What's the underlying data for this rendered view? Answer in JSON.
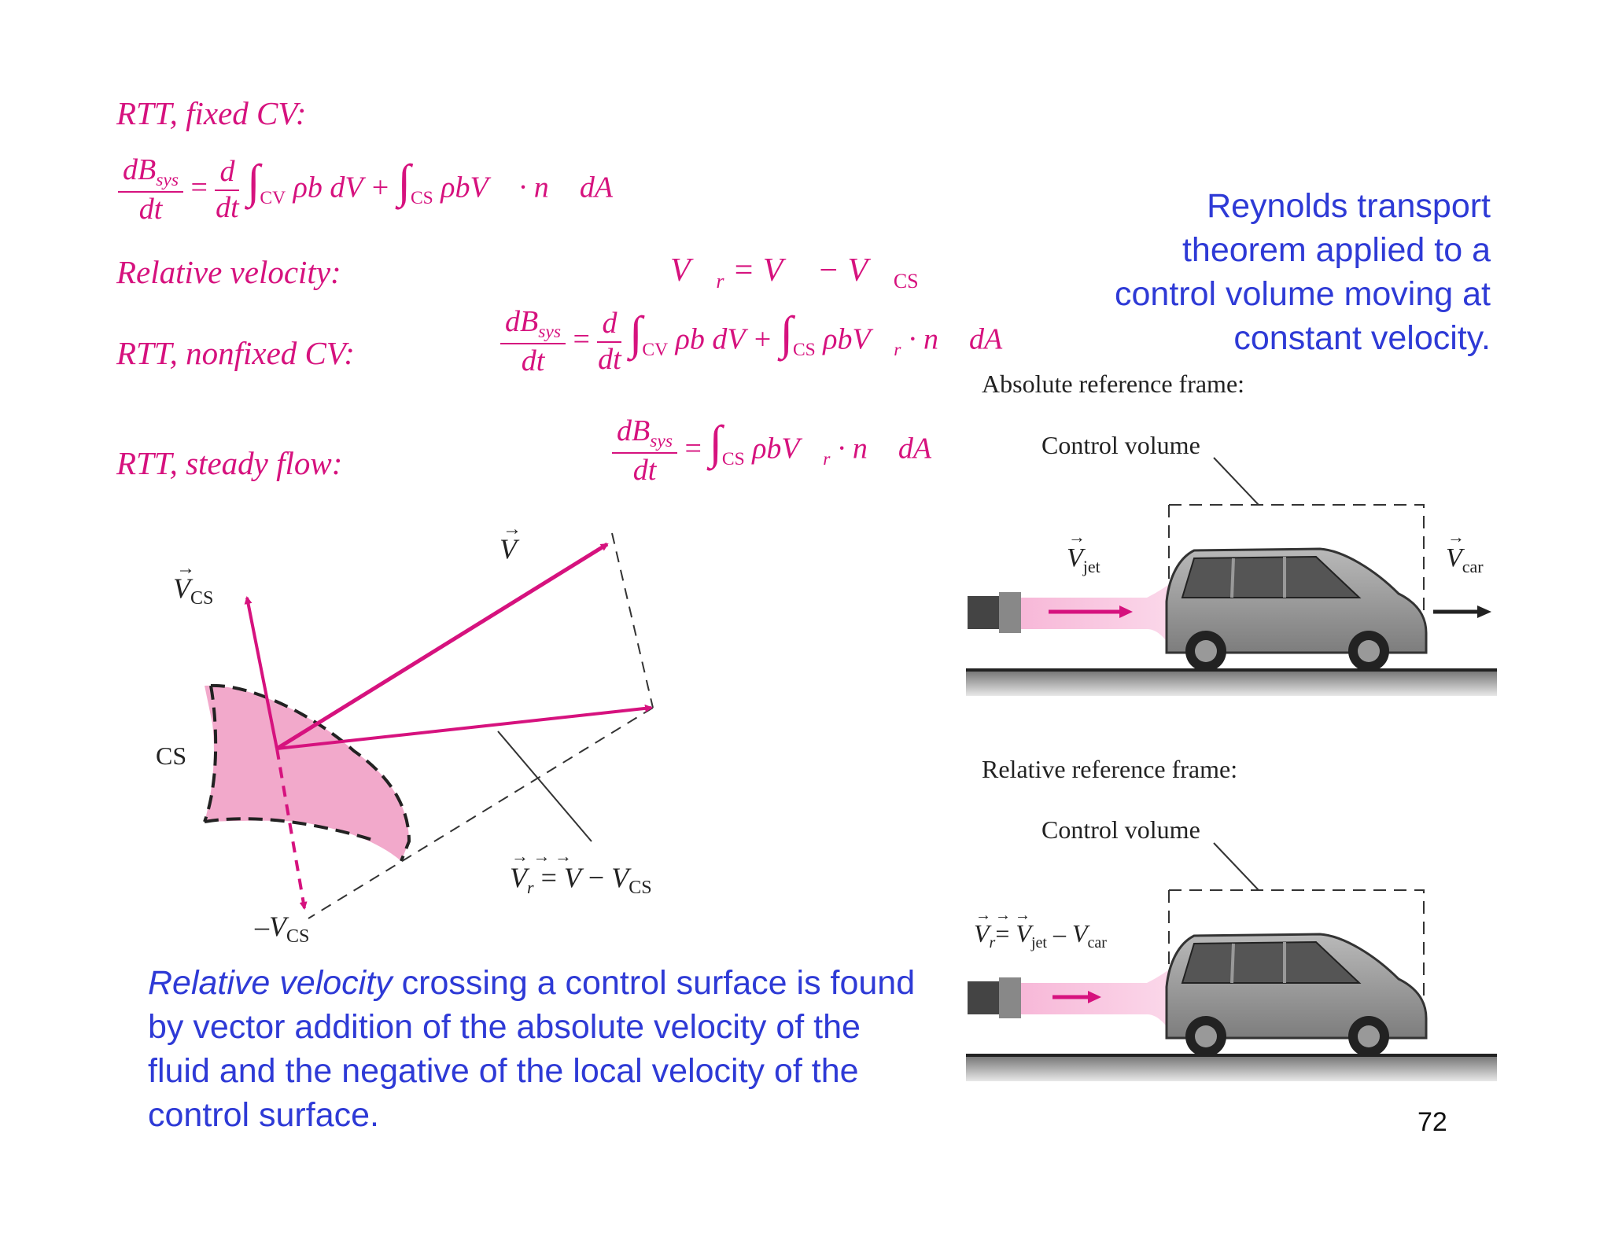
{
  "rtt": {
    "fixed_label": "RTT, fixed CV:",
    "relative_label": "Relative velocity:",
    "nonfixed_label": "RTT, nonfixed CV:",
    "steady_label": "RTT, steady flow:",
    "dbsys": "dB",
    "sys_sub": "sys",
    "dt": "dt",
    "d": "d",
    "cv_sub": "CV",
    "cs_sub": "CS"
  },
  "caption_right": "Reynolds transport theorem applied to a control volume moving at constant velocity.",
  "caption_bottom": {
    "italic": "Relative velocity",
    "rest": " crossing a control surface is found by vector addition of the absolute velocity of the fluid and the negative of the local velocity of the control surface."
  },
  "vector_diagram": {
    "cs_label": "CS",
    "v_label": "V",
    "vcs_label": "V",
    "neg_vcs_label": "–V",
    "vr_eq": "V",
    "sub_cs": "CS",
    "sub_r": "r"
  },
  "absolute_frame": {
    "title": "Absolute reference frame:",
    "cv_label": "Control volume",
    "vjet": "V",
    "jet_sub": "jet",
    "vcar": "V",
    "car_sub": "car"
  },
  "relative_frame": {
    "title": "Relative reference frame:",
    "cv_label": "Control volume",
    "vr": "V",
    "r_sub": "r",
    "jet_sub": "jet",
    "car_sub": "car"
  },
  "page_number": "72",
  "colors": {
    "pink": "#d6127e",
    "blue": "#2e3ad6",
    "cs_fill": "#f2a9cb"
  }
}
